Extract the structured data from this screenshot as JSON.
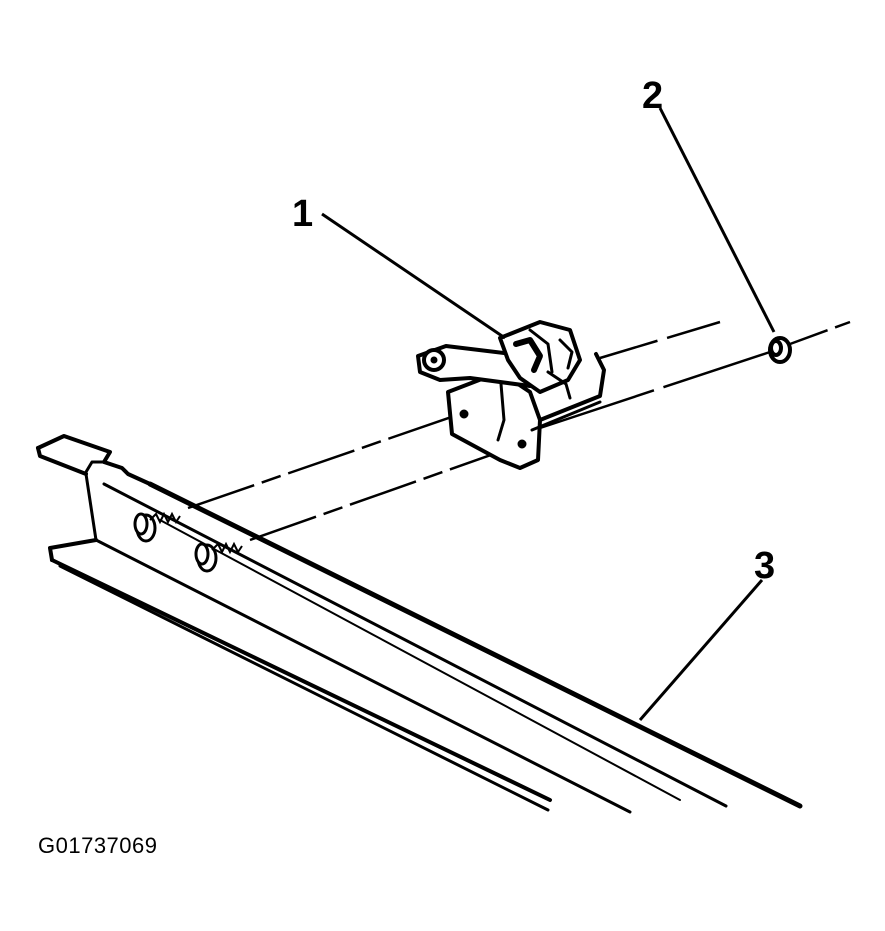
{
  "diagram": {
    "callouts": [
      {
        "label": "1",
        "part": "mechanism"
      },
      {
        "label": "2",
        "part": "nut"
      },
      {
        "label": "3",
        "part": "rail"
      }
    ],
    "figure_id": "G01737069",
    "colors": {
      "ink": "#000000",
      "background": "#ffffff"
    }
  }
}
